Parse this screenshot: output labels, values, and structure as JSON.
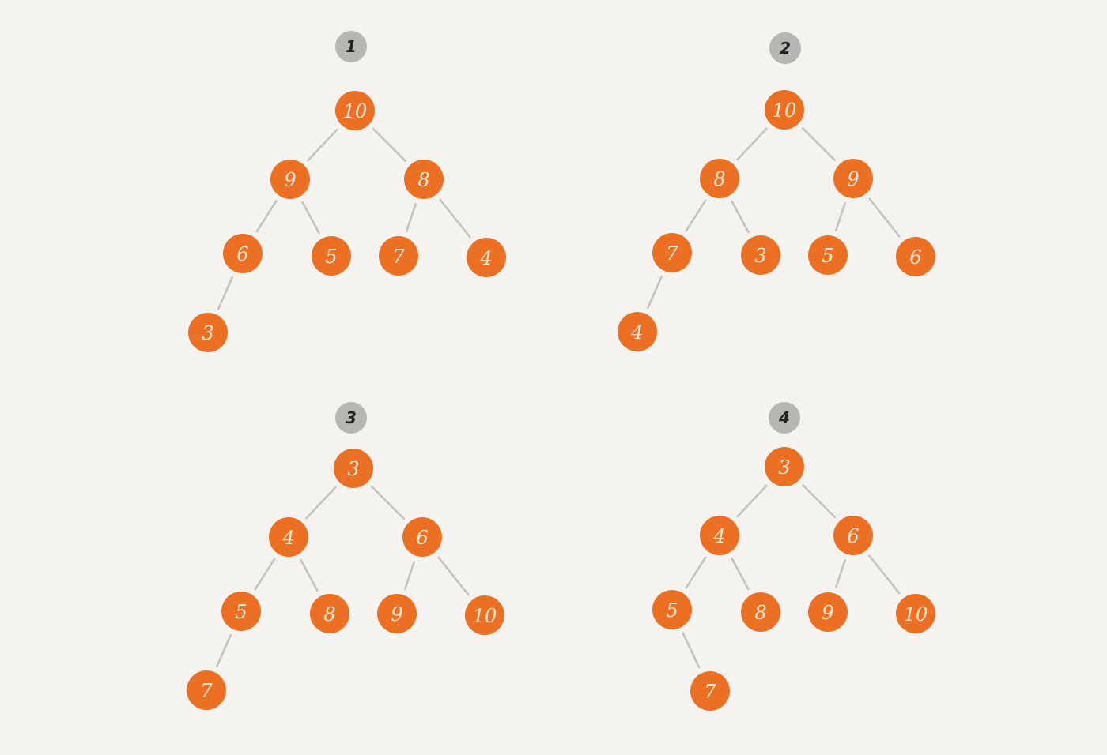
{
  "colors": {
    "background": "#f4f3ef",
    "node_fill": "#ec7023",
    "node_text": "#fbe9d8",
    "edge": "#c4c3c0",
    "badge_fill": "#b7b6b2",
    "badge_text": "#222222"
  },
  "trees": [
    {
      "badge": "1",
      "nodes": [
        "10",
        "9",
        "8",
        "6",
        "5",
        "7",
        "4",
        "3"
      ]
    },
    {
      "badge": "2",
      "nodes": [
        "10",
        "8",
        "9",
        "7",
        "3",
        "5",
        "6",
        "4"
      ]
    },
    {
      "badge": "3",
      "nodes": [
        "3",
        "4",
        "6",
        "5",
        "8",
        "9",
        "10",
        "7"
      ]
    },
    {
      "badge": "4",
      "nodes": [
        "3",
        "4",
        "6",
        "5",
        "8",
        "9",
        "10",
        "7"
      ]
    }
  ]
}
